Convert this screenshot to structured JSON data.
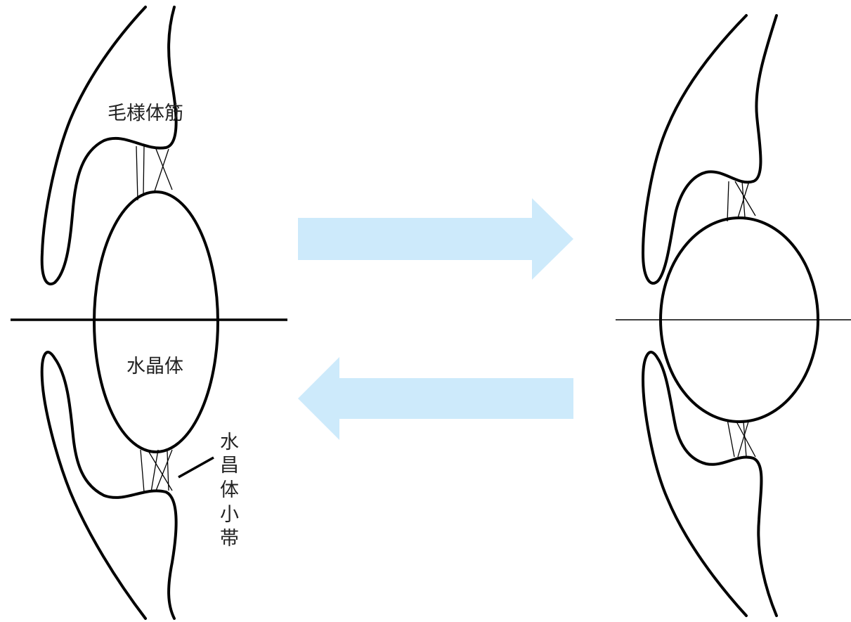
{
  "labels": {
    "ciliary_muscle": "毛様体筋",
    "lens": "水晶体",
    "zonule_chars": [
      "水",
      "昌",
      "体",
      "小",
      "帯"
    ]
  },
  "colors": {
    "arrow_fill": "#cdeafb",
    "outline": "#000000",
    "background": "#ffffff"
  }
}
